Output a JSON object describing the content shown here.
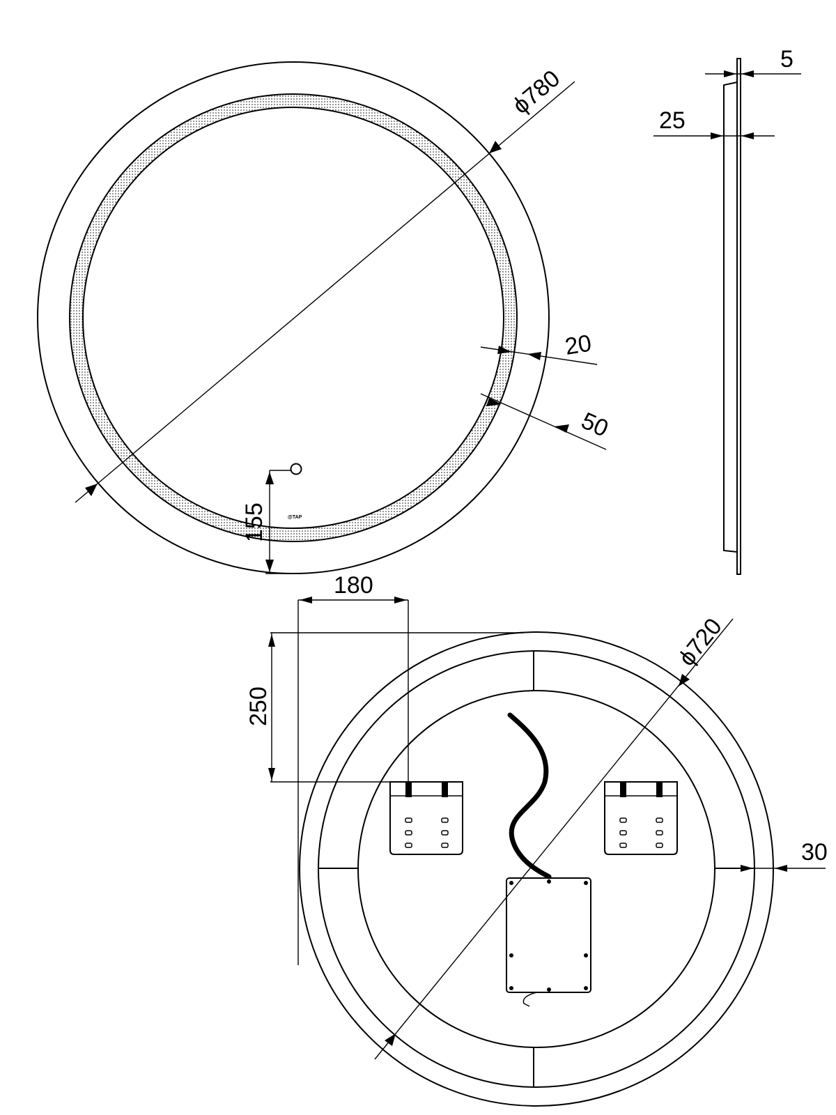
{
  "drawing": {
    "brand_text": "@TAP",
    "front_view": {
      "diameter_label": "ϕ780",
      "led_band_label": "20",
      "edge_band_label": "50",
      "switch_height_label": "155"
    },
    "side_view": {
      "glass_thickness_label": "5",
      "depth_label": "25"
    },
    "back_view": {
      "diameter_label": "ϕ720",
      "bracket_spacing_label": "180",
      "bracket_height_label": "250",
      "rim_label": "30"
    }
  }
}
